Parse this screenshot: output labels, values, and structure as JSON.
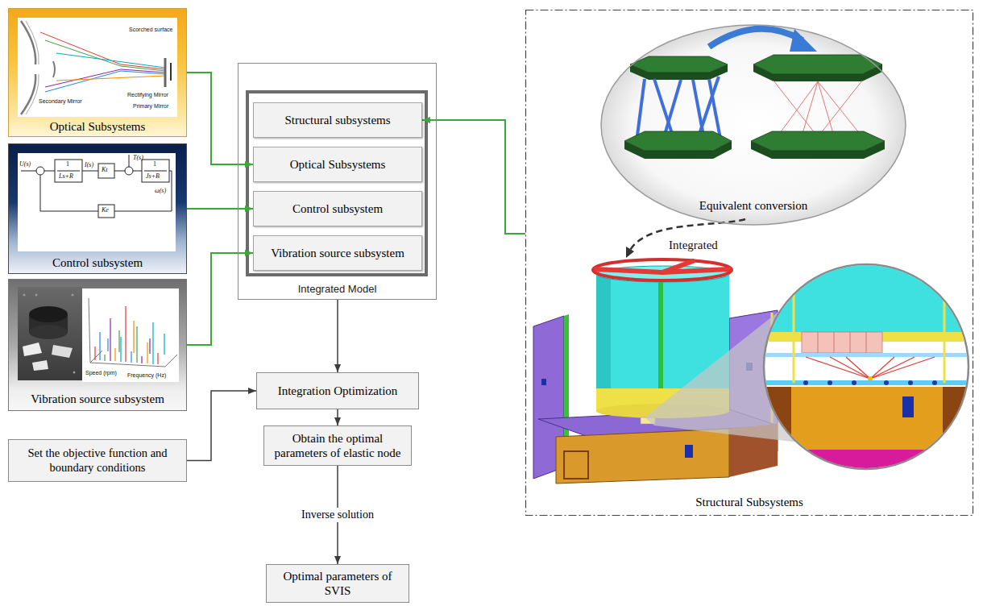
{
  "diagram": {
    "nodes": [
      {
        "text": [
          "Optical Subsystems"
        ]
      },
      {
        "text": [
          "Control subsystem"
        ]
      },
      {
        "text": [
          "Vibration source subsystem"
        ]
      },
      {
        "text": [
          "Integrated Model"
        ]
      },
      {
        "text": [
          "Structural subsystems"
        ],
        "in": 3
      },
      {
        "text": [
          "Optical Subsystems"
        ],
        "in": 3
      },
      {
        "text": [
          "Control subsystem"
        ],
        "in": 3
      },
      {
        "text": [
          "Vibration source subsystem"
        ],
        "in": 3
      },
      {
        "text": [
          "Structural Subsystems"
        ]
      },
      {
        "text": [
          "Equivalent conversion"
        ],
        "in": 8
      },
      {
        "text": [
          "Set the objective function and boundary conditions"
        ]
      },
      {
        "text": [
          "Integration Optimization"
        ]
      },
      {
        "text": [
          "Obtain the optimal parameters of elastic node"
        ]
      },
      {
        "text": [
          "Optimal parameters of SVIS"
        ]
      }
    ],
    "edges": [
      {
        "from": 0,
        "to": 5,
        "arrow": "to"
      },
      {
        "from": 1,
        "to": 6,
        "arrow": "to"
      },
      {
        "from": 2,
        "to": 7,
        "arrow": "to"
      },
      {
        "from": 8,
        "to": 4,
        "arrow": "to"
      },
      {
        "from": 3,
        "to": 11,
        "arrow": "to"
      },
      {
        "from": 10,
        "to": 11,
        "arrow": "to"
      },
      {
        "from": 11,
        "to": 12,
        "arrow": "to"
      },
      {
        "from": 12,
        "to": 13,
        "label": "Inverse solution",
        "arrow": "to"
      }
    ],
    "labels": [
      "Integrated",
      "Scorched surface",
      "Secondary Mirror",
      "Rectifying Mirror",
      "Primary Mirror",
      "U(s)",
      "1",
      "Ls+R",
      "I(s)",
      "Kt",
      "T(s)",
      "1",
      "Js+B",
      "ω(s)",
      "Ke",
      "Speed (rpm)",
      "Frequency (Hz)"
    ]
  }
}
